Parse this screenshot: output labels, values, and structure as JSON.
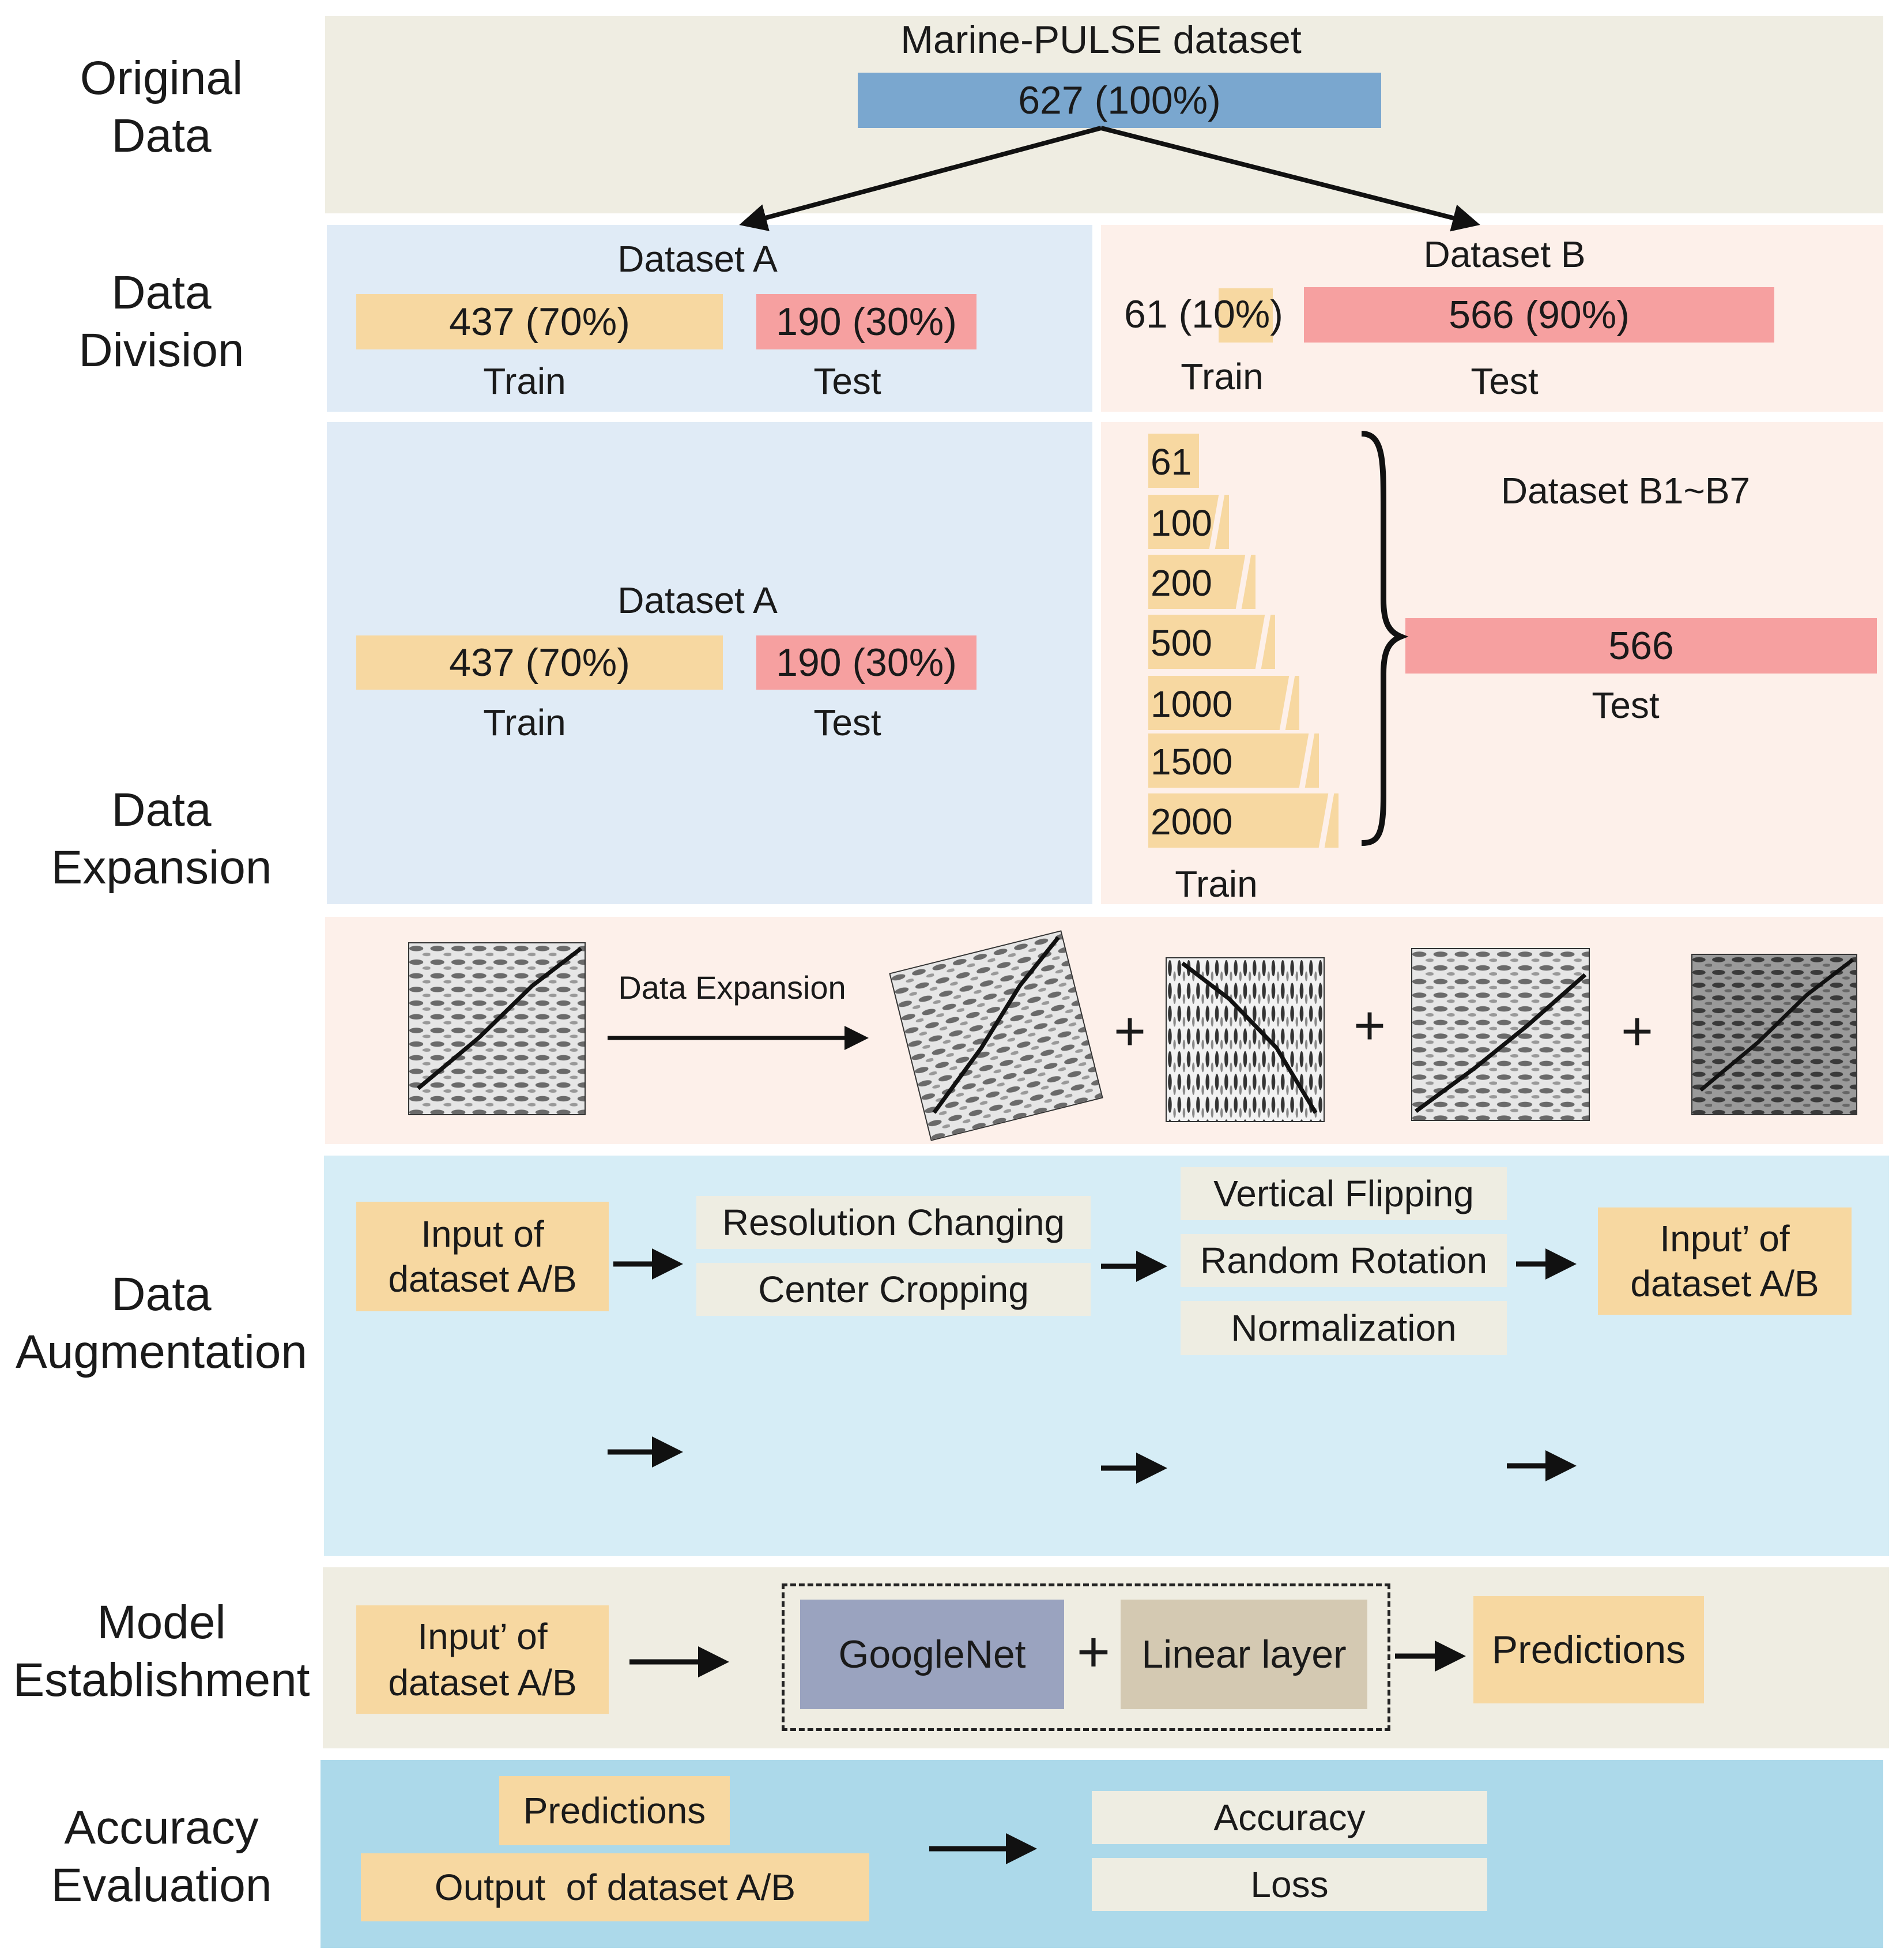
{
  "rows": {
    "original": "Original\nData",
    "division": "Data\nDivision",
    "expansion": "Data\nExpansion",
    "augmentation": "Data\nAugmentation",
    "model": "Model\nEstablishment",
    "accuracy": "Accuracy\nEvaluation"
  },
  "original": {
    "dataset_title": "Marine-PULSE dataset",
    "total": "627 (100%)"
  },
  "division": {
    "a_title": "Dataset A",
    "a_train": "437 (70%)",
    "a_test": "190 (30%)",
    "b_title": "Dataset B",
    "b_train": "61 (10%)",
    "b_test": "566 (90%)",
    "train_label": "Train",
    "test_label": "Test"
  },
  "expansion": {
    "a_title": "Dataset A",
    "a_train": "437 (70%)",
    "a_test": "190 (30%)",
    "train_label": "Train",
    "test_label": "Test",
    "b_sizes": [
      "61",
      "100",
      "200",
      "500",
      "1000",
      "1500",
      "2000"
    ],
    "b_title": "Dataset B1~B7",
    "b_test": "566",
    "b_test_label": "Test",
    "b_train_label": "Train",
    "arrow_label": "Data Expansion",
    "plus": "+"
  },
  "augmentation": {
    "input": "Input of\ndataset A/B",
    "step1": [
      "Resolution Changing",
      "Center Cropping"
    ],
    "step2": [
      "Vertical Flipping",
      "Random Rotation",
      "Normalization"
    ],
    "output": "Input’ of\ndataset A/B"
  },
  "model": {
    "input": "Input’ of\ndataset A/B",
    "googlenet": "GoogleNet",
    "plus": "+",
    "linear": "Linear layer",
    "predictions": "Predictions"
  },
  "accuracy": {
    "predictions": "Predictions",
    "output": "Output  of dataset A/B",
    "metrics": [
      "Accuracy",
      "Loss"
    ]
  },
  "colors": {
    "beige_band": "#efede2",
    "blue_band": "#e0ebf6",
    "peach_band": "#fdf0ea",
    "aug_band": "#d6edf6",
    "acc_band": "#acd9ea",
    "yellow": "#f7d8a1",
    "red": "#f6a0a0",
    "header_blue": "#7aa7cf",
    "googlenet": "#9aa3bf",
    "linear": "#d4c9b2"
  }
}
